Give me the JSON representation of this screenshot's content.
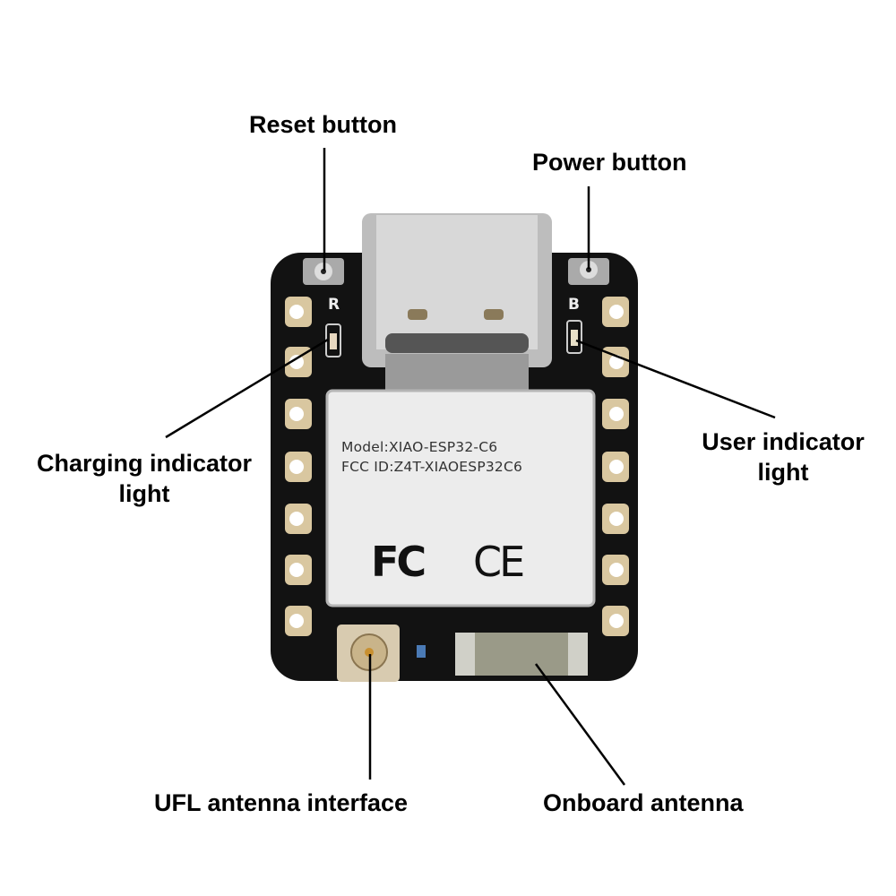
{
  "labels": {
    "reset": "Reset button",
    "power": "Power button",
    "charging_1": "Charging indicator",
    "charging_2": "light",
    "user_1": "User indicator",
    "user_2": "light",
    "ufl": "UFL antenna interface",
    "onboard": "Onboard antenna"
  },
  "board": {
    "model": "Model:XIAO-ESP32-C6",
    "fcc_id": "FCC ID:Z4T-XIAOESP32C6",
    "fc_mark": "FC",
    "ce_mark": "CE",
    "silk_r": "R",
    "silk_b": "B"
  },
  "colors": {
    "pcb": "#121212",
    "pad": "#d9c7a0",
    "shield": "#ececec"
  }
}
